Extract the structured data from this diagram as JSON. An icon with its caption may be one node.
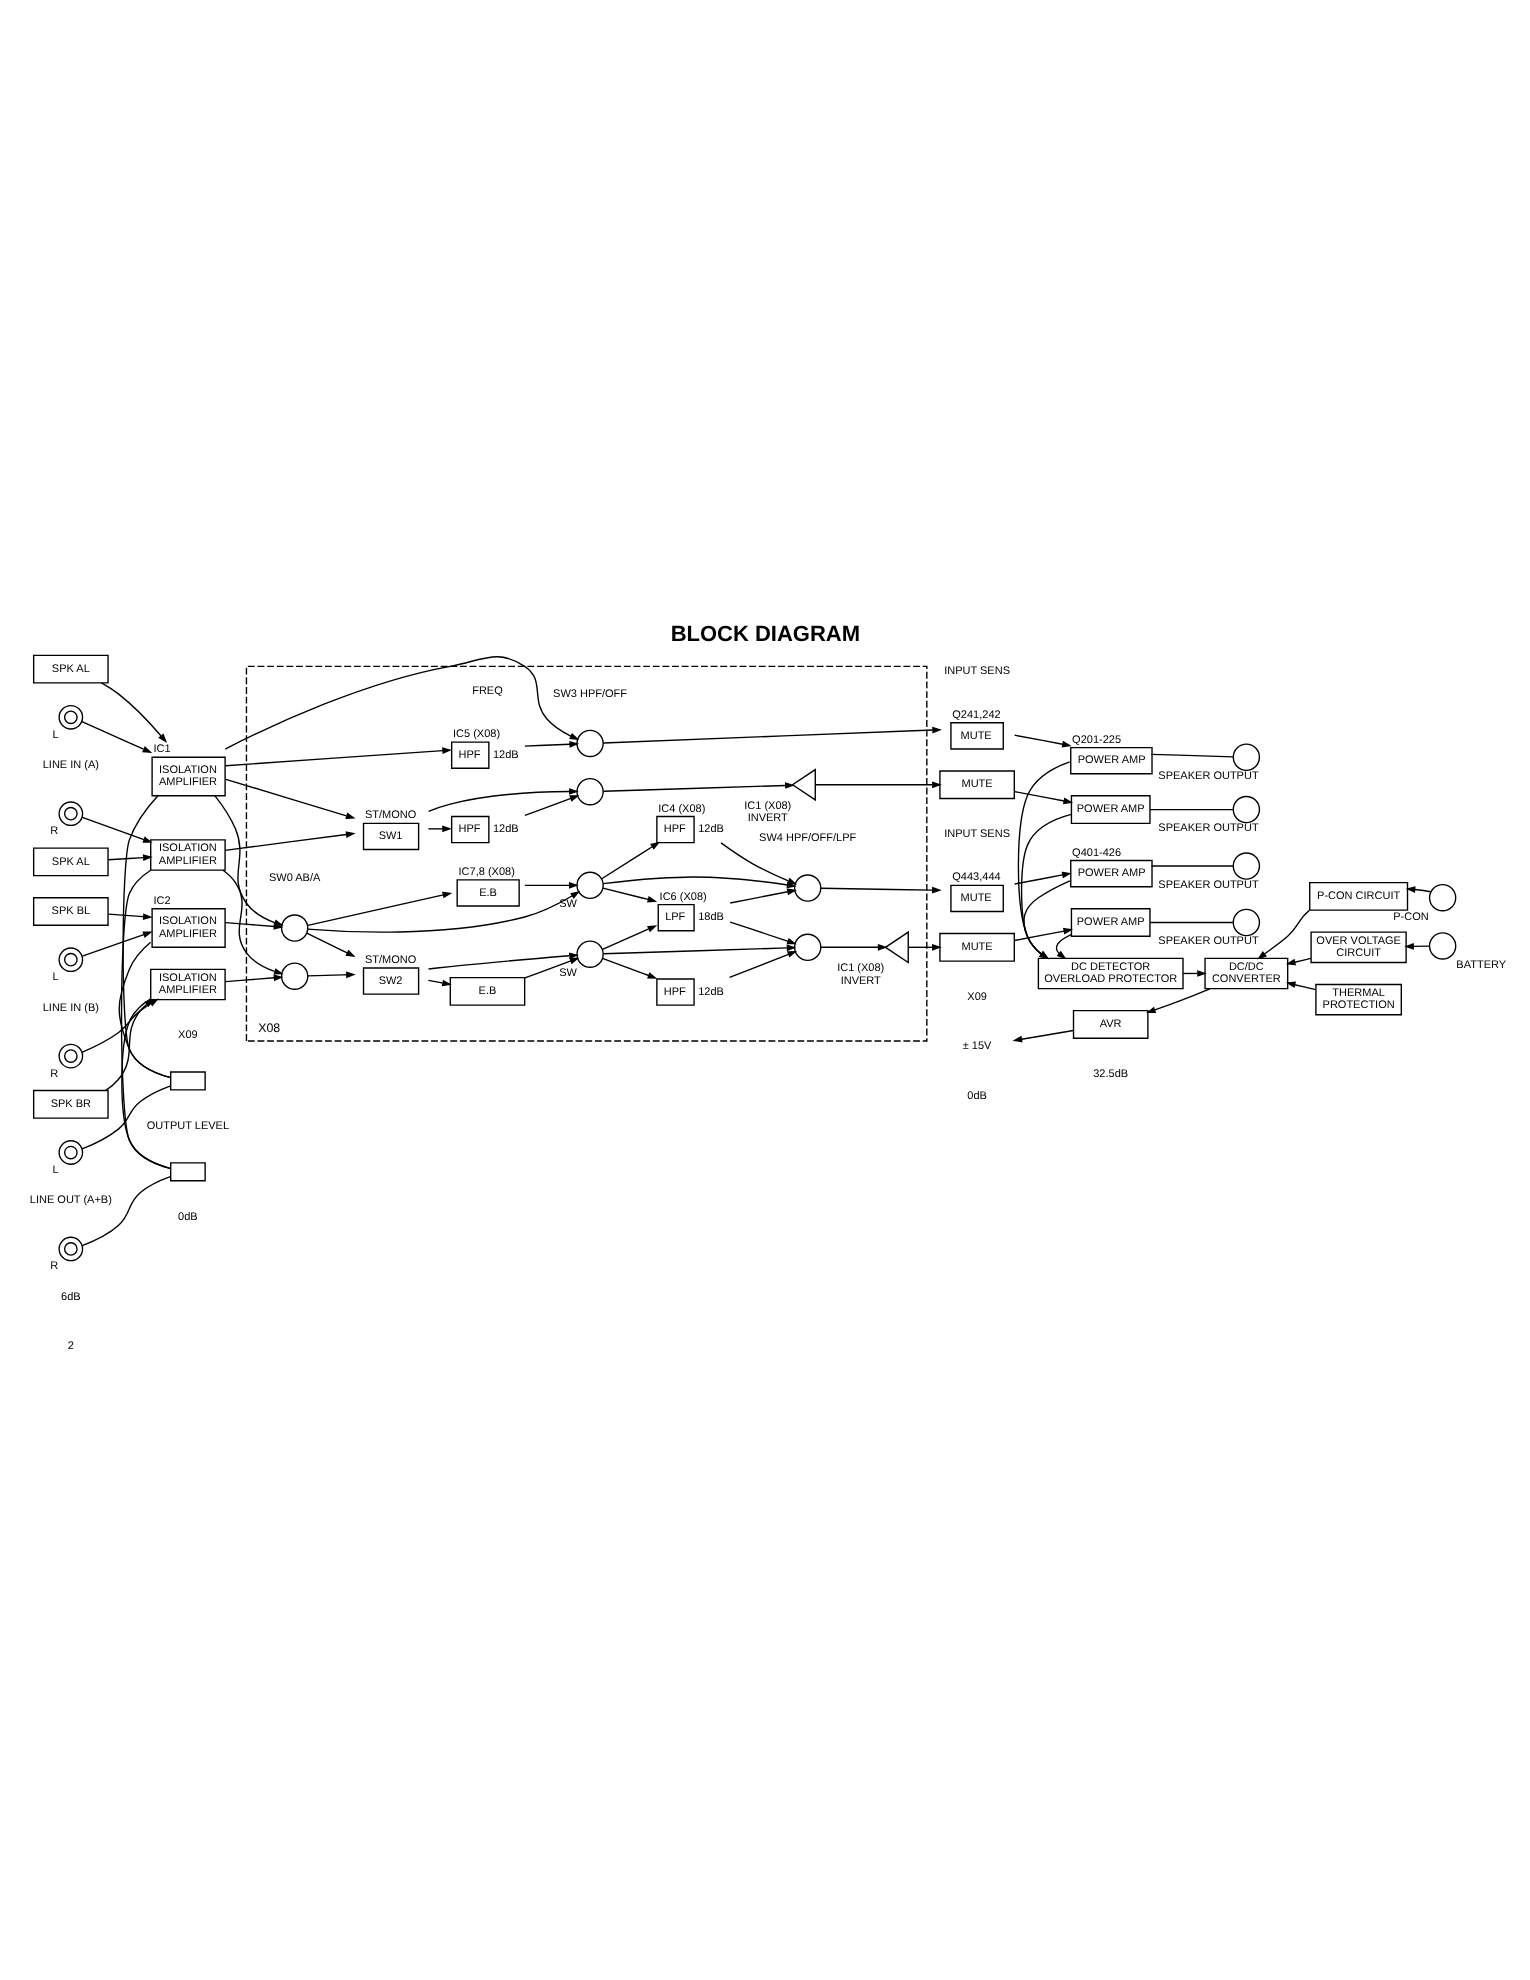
{
  "diagram": {
    "title": "BLOCK DIAGRAM",
    "nodes": [
      {
        "text": [],
        "shape": "circle",
        "beside": [
          "L"
        ]
      },
      {
        "text": [
          "SPK AL"
        ]
      },
      {
        "text": [
          "ISOLATION AMPLIFIER"
        ],
        "beside": [
          "IC1"
        ]
      },
      {
        "text": [],
        "shape": "circle",
        "beside": [
          "R"
        ]
      },
      {
        "text": [
          "ISOLATION AMPLIFIER"
        ]
      },
      {
        "text": [
          "SPK AL"
        ]
      },
      {
        "text": [
          "SPK BL"
        ]
      },
      {
        "text": [],
        "shape": "circle",
        "beside": [
          "L"
        ]
      },
      {
        "text": [
          "ISOLATION AMPLIFIER"
        ],
        "beside": [
          "IC2"
        ]
      },
      {
        "text": [],
        "shape": "circle",
        "beside": [
          "R"
        ]
      },
      {
        "text": [
          "ISOLATION AMPLIFIER"
        ]
      },
      {
        "text": [
          "SPK BR"
        ]
      },
      {
        "text": [],
        "shape": "circle",
        "beside": [
          "L"
        ]
      },
      {
        "text": [],
        "shape": "box"
      },
      {
        "text": [],
        "shape": "circle",
        "beside": [
          "R"
        ]
      },
      {
        "text": [],
        "shape": "box"
      },
      {
        "text": [
          "X08"
        ]
      },
      {
        "text": [
          "SW1"
        ],
        "beside": [
          "ST/MONO"
        ],
        "in": 16
      },
      {
        "text": [
          "HPF"
        ],
        "beside": [
          "IC5 (X08)",
          "12dB"
        ],
        "in": 16
      },
      {
        "text": [
          "HPF"
        ],
        "beside": [
          "12dB"
        ],
        "in": 16
      },
      {
        "text": [],
        "shape": "circle",
        "in": 16
      },
      {
        "text": [],
        "shape": "circle",
        "in": 16
      },
      {
        "text": [],
        "shape": "triangle",
        "beside": [
          "IC1 (X08)",
          "INVERT"
        ],
        "in": 16
      },
      {
        "text": [],
        "shape": "circle",
        "in": 16
      },
      {
        "text": [],
        "shape": "circle",
        "in": 16
      },
      {
        "text": [
          "SW2"
        ],
        "beside": [
          "ST/MONO"
        ],
        "in": 16
      },
      {
        "text": [
          "E.B"
        ],
        "beside": [
          "IC7,8 (X08)"
        ],
        "in": 16
      },
      {
        "text": [
          "E.B"
        ],
        "in": 16
      },
      {
        "text": [],
        "shape": "circle",
        "beside": [
          "SW"
        ],
        "in": 16
      },
      {
        "text": [],
        "shape": "circle",
        "beside": [
          "SW"
        ],
        "in": 16
      },
      {
        "text": [
          "HPF"
        ],
        "beside": [
          "IC4 (X08)",
          "12dB"
        ],
        "in": 16
      },
      {
        "text": [
          "LPF"
        ],
        "beside": [
          "IC6 (X08)",
          "18dB"
        ],
        "in": 16
      },
      {
        "text": [
          "HPF"
        ],
        "beside": [
          "12dB"
        ],
        "in": 16
      },
      {
        "text": [],
        "shape": "circle",
        "in": 16
      },
      {
        "text": [],
        "shape": "circle",
        "in": 16
      },
      {
        "text": [],
        "shape": "triangle",
        "beside": [
          "IC1 (X08)",
          "INVERT"
        ],
        "in": 16
      },
      {
        "text": [
          "MUTE"
        ],
        "beside": [
          "Q241,242"
        ]
      },
      {
        "text": [
          "POWER AMP"
        ],
        "beside": [
          "Q201-225"
        ]
      },
      {
        "text": [],
        "shape": "circle",
        "beside": [
          "SPEAKER OUTPUT"
        ]
      },
      {
        "text": [
          "MUTE"
        ]
      },
      {
        "text": [
          "POWER AMP"
        ]
      },
      {
        "text": [],
        "shape": "circle",
        "beside": [
          "SPEAKER OUTPUT"
        ]
      },
      {
        "text": [
          "MUTE"
        ],
        "beside": [
          "Q443,444"
        ]
      },
      {
        "text": [
          "POWER AMP"
        ],
        "beside": [
          "Q401-426"
        ]
      },
      {
        "text": [],
        "shape": "circle",
        "beside": [
          "SPEAKER OUTPUT"
        ]
      },
      {
        "text": [
          "MUTE"
        ]
      },
      {
        "text": [
          "POWER AMP"
        ]
      },
      {
        "text": [],
        "shape": "circle",
        "beside": [
          "SPEAKER OUTPUT"
        ]
      },
      {
        "text": [
          "DC DETECTOR OVERLOAD PROTECTOR"
        ]
      },
      {
        "text": [
          "± 15V"
        ]
      },
      {
        "text": [
          "AVR"
        ]
      },
      {
        "text": [
          "DC/DC CONVERTER"
        ]
      },
      {
        "text": [
          "P-CON CIRCUIT"
        ]
      },
      {
        "text": [],
        "shape": "circle",
        "beside": [
          "P-CON"
        ]
      },
      {
        "text": [
          "OVER VOLTAGE CIRCUIT"
        ]
      },
      {
        "text": [],
        "shape": "circle",
        "beside": [
          "BATTERY"
        ]
      },
      {
        "text": [
          "THERMAL PROTECTION"
        ]
      }
    ],
    "edges": [
      {
        "from": 0,
        "to": 2,
        "arrow": "to"
      },
      {
        "from": 1,
        "to": 2,
        "arrow": "to"
      },
      {
        "from": 3,
        "to": 4,
        "arrow": "to"
      },
      {
        "from": 5,
        "to": 4,
        "arrow": "to"
      },
      {
        "from": 2,
        "to": 18,
        "arrow": "to"
      },
      {
        "from": 2,
        "to": 20,
        "arrow": "to"
      },
      {
        "from": 2,
        "to": 17,
        "arrow": "to"
      },
      {
        "from": 2,
        "to": 23,
        "arrow": "to"
      },
      {
        "from": 2,
        "to": 13,
        "arrow": "none"
      },
      {
        "from": 4,
        "to": 17,
        "arrow": "to"
      },
      {
        "from": 4,
        "to": 24,
        "arrow": "to"
      },
      {
        "from": 4,
        "to": 15,
        "arrow": "none"
      },
      {
        "from": 17,
        "to": 19,
        "arrow": "to"
      },
      {
        "from": 17,
        "to": 21,
        "arrow": "to"
      },
      {
        "from": 18,
        "to": 20,
        "arrow": "to"
      },
      {
        "from": 19,
        "to": 21,
        "arrow": "to"
      },
      {
        "from": 20,
        "to": 36,
        "arrow": "to"
      },
      {
        "from": 21,
        "to": 22,
        "arrow": "to"
      },
      {
        "from": 22,
        "to": 39,
        "arrow": "to"
      },
      {
        "from": 7,
        "to": 8,
        "arrow": "to"
      },
      {
        "from": 6,
        "to": 8,
        "arrow": "to"
      },
      {
        "from": 9,
        "to": 10,
        "arrow": "to"
      },
      {
        "from": 11,
        "to": 10,
        "arrow": "to"
      },
      {
        "from": 8,
        "to": 23,
        "arrow": "to"
      },
      {
        "from": 8,
        "to": 13,
        "arrow": "none"
      },
      {
        "from": 10,
        "to": 24,
        "arrow": "to"
      },
      {
        "from": 10,
        "to": 15,
        "arrow": "none"
      },
      {
        "from": 23,
        "to": 26,
        "arrow": "to"
      },
      {
        "from": 23,
        "to": 28,
        "arrow": "to"
      },
      {
        "from": 23,
        "to": 25,
        "arrow": "to"
      },
      {
        "from": 24,
        "to": 25,
        "arrow": "to"
      },
      {
        "from": 25,
        "to": 27,
        "arrow": "to"
      },
      {
        "from": 25,
        "to": 29,
        "arrow": "to"
      },
      {
        "from": 26,
        "to": 28,
        "arrow": "to"
      },
      {
        "from": 27,
        "to": 29,
        "arrow": "to"
      },
      {
        "from": 28,
        "to": 30,
        "arrow": "to"
      },
      {
        "from": 28,
        "to": 33,
        "arrow": "to"
      },
      {
        "from": 28,
        "to": 31,
        "arrow": "to"
      },
      {
        "from": 29,
        "to": 31,
        "arrow": "to"
      },
      {
        "from": 29,
        "to": 32,
        "arrow": "to"
      },
      {
        "from": 29,
        "to": 34,
        "arrow": "to"
      },
      {
        "from": 30,
        "to": 33,
        "arrow": "to"
      },
      {
        "from": 31,
        "to": 33,
        "arrow": "to"
      },
      {
        "from": 31,
        "to": 34,
        "arrow": "to"
      },
      {
        "from": 32,
        "to": 34,
        "arrow": "to"
      },
      {
        "from": 33,
        "to": 42,
        "arrow": "to"
      },
      {
        "from": 34,
        "to": 35,
        "arrow": "to"
      },
      {
        "from": 35,
        "to": 45,
        "arrow": "to"
      },
      {
        "from": 36,
        "to": 37,
        "arrow": "to"
      },
      {
        "from": 37,
        "to": 38,
        "arrow": "none"
      },
      {
        "from": 39,
        "to": 40,
        "arrow": "to"
      },
      {
        "from": 40,
        "to": 41,
        "arrow": "none"
      },
      {
        "from": 42,
        "to": 43,
        "arrow": "to"
      },
      {
        "from": 43,
        "to": 44,
        "arrow": "none"
      },
      {
        "from": 45,
        "to": 46,
        "arrow": "to"
      },
      {
        "from": 46,
        "to": 47,
        "arrow": "none"
      },
      {
        "from": 37,
        "to": 48,
        "arrow": "to"
      },
      {
        "from": 40,
        "to": 48,
        "arrow": "to"
      },
      {
        "from": 43,
        "to": 48,
        "arrow": "to"
      },
      {
        "from": 46,
        "to": 48,
        "arrow": "to"
      },
      {
        "from": 48,
        "to": 51,
        "arrow": "to"
      },
      {
        "from": 53,
        "to": 52,
        "arrow": "to"
      },
      {
        "from": 52,
        "to": 51,
        "arrow": "to"
      },
      {
        "from": 55,
        "to": 54,
        "arrow": "to"
      },
      {
        "from": 54,
        "to": 51,
        "arrow": "to"
      },
      {
        "from": 56,
        "to": 51,
        "arrow": "to"
      },
      {
        "from": 51,
        "to": 50,
        "arrow": "to"
      },
      {
        "from": 50,
        "to": 49,
        "arrow": "to"
      },
      {
        "from": 13,
        "to": 12,
        "arrow": "none"
      },
      {
        "from": 15,
        "to": 14,
        "arrow": "none"
      }
    ],
    "labels": [
      "LINE IN (A)",
      "FREQ",
      "SW3 HPF/OFF",
      "INPUT SENS",
      "INPUT SENS",
      "LINE IN (B)",
      "SW0 AB/A",
      "SW4 HPF/OFF/LPF",
      "X09",
      "X09",
      "OUTPUT LEVEL",
      "LINE OUT (A+B)",
      "6dB",
      "0dB",
      "0dB",
      "32.5dB",
      "2"
    ]
  }
}
